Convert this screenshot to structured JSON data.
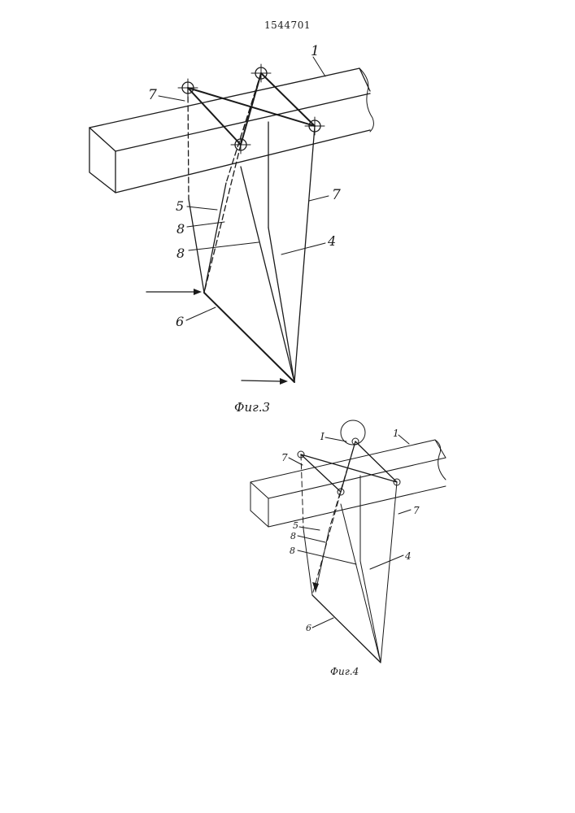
{
  "page_number": "1544701",
  "fig3": {
    "caption": "Фиг.3",
    "labels": {
      "beam": "1",
      "rod4": "4",
      "rod5": "5",
      "rod8a": "8",
      "rod8b": "8",
      "base6": "6",
      "hinge7_left": "7",
      "hinge7_right": "7"
    }
  },
  "fig4": {
    "caption": "Фиг.4",
    "labels": {
      "beam": "1",
      "detail": "I",
      "rod4": "4",
      "rod5": "5",
      "rod8a": "8",
      "rod8b": "8",
      "base6": "6",
      "hinge7_left": "7",
      "hinge7_right": "7"
    }
  }
}
